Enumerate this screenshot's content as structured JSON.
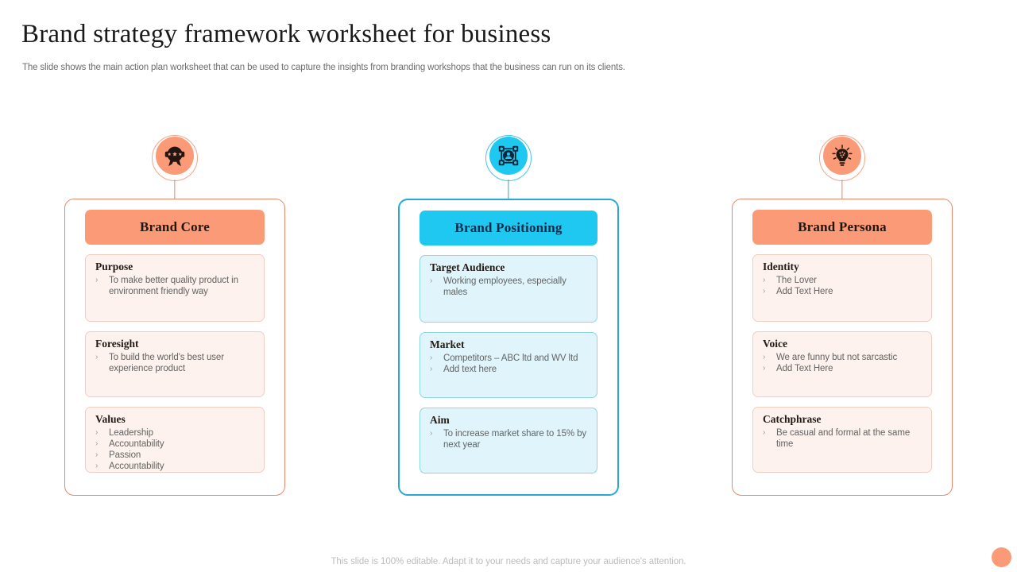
{
  "header": {
    "title": "Brand strategy framework worksheet for business",
    "subtitle": "The slide shows the main action plan worksheet that can be used to capture the insights from branding workshops that the business can run on its clients."
  },
  "footer": {
    "note": "This slide is 100% editable. Adapt it to your needs and capture your audience's attention."
  },
  "theme": {
    "orange_header": "#FB9A77",
    "cyan_header": "#1EC8F0",
    "orange_section_bg": "#FDF2ED",
    "cyan_section_bg": "#E0F5FB",
    "orange_border": "#E08A6B",
    "cyan_border": "#28A8D8",
    "body_text": "#636363",
    "title_text": "#1A1A1A"
  },
  "bullet_glyph": "›",
  "columns": [
    {
      "icon": "award-rosette-icon",
      "accent": "orange",
      "header": "Brand Core",
      "sections": [
        {
          "title": "Purpose",
          "bullets": [
            "To make better quality product in environment friendly way"
          ]
        },
        {
          "title": "Foresight",
          "bullets": [
            "To build the world's best user experience product"
          ]
        },
        {
          "title": "Values",
          "bullets": [
            "Leadership",
            "Accountability",
            "Passion",
            "Accountability"
          ]
        }
      ]
    },
    {
      "icon": "target-positioning-icon",
      "accent": "cyan",
      "header": "Brand Positioning",
      "sections": [
        {
          "title": "Target Audience",
          "bullets": [
            "Working employees, especially males"
          ]
        },
        {
          "title": "Market",
          "bullets": [
            "Competitors – ABC ltd and WV  ltd",
            "Add text here"
          ]
        },
        {
          "title": "Aim",
          "bullets": [
            "To increase market share to 15% by next year"
          ]
        }
      ]
    },
    {
      "icon": "lightbulb-idea-icon",
      "accent": "orange",
      "header": "Brand Persona",
      "sections": [
        {
          "title": "Identity",
          "bullets": [
            "The Lover",
            "Add Text Here"
          ]
        },
        {
          "title": "Voice",
          "bullets": [
            "We are funny but not sarcastic",
            "Add Text Here"
          ]
        },
        {
          "title": "Catchphrase",
          "bullets": [
            "Be casual and formal at the same time"
          ]
        }
      ]
    }
  ]
}
